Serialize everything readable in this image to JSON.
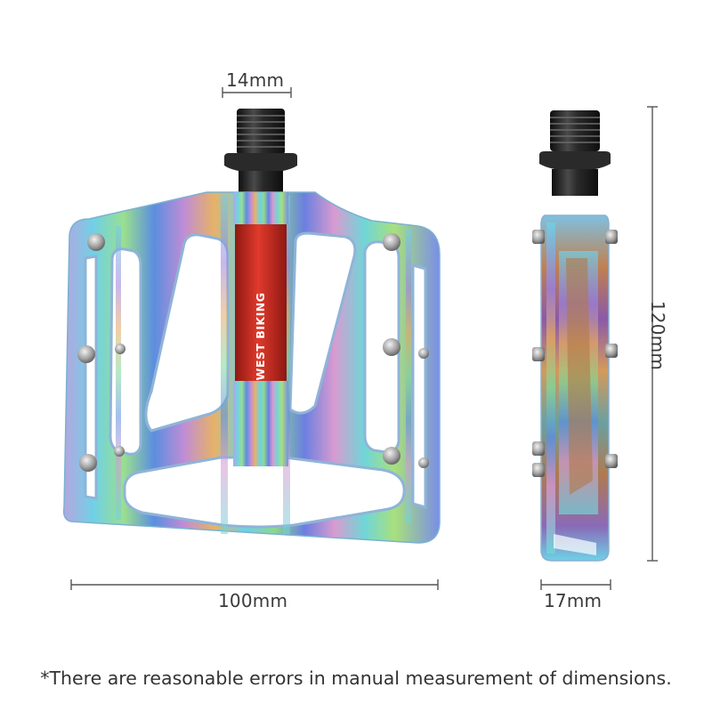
{
  "dimensions": {
    "spindle_width": "14mm",
    "pedal_width": "100mm",
    "pedal_length": "120mm",
    "pedal_thickness": "17mm"
  },
  "brand_text": "WEST BIKING",
  "footnote": "*There are reasonable errors in manual measurement of dimensions.",
  "colors": {
    "background": "#ffffff",
    "dimension_line": "#555555",
    "spindle_sleeve": "#c8261c",
    "axle_thread": "#1e1e1e",
    "body_finish": [
      "#6ad0e8",
      "#8a6fd6",
      "#e3a35c",
      "#7fd59a",
      "#5a8fe0"
    ]
  }
}
